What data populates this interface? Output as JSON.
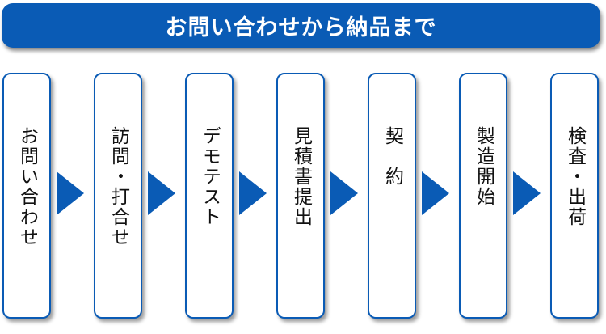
{
  "header": {
    "title": "お問い合わせから納品まで"
  },
  "steps": [
    {
      "label": "お問い合わせ"
    },
    {
      "label": "訪問・打合せ"
    },
    {
      "label": "デモテスト"
    },
    {
      "label": "見積書提出"
    },
    {
      "label": "契　約"
    },
    {
      "label": "製造開始"
    },
    {
      "label": "検査・出荷"
    }
  ],
  "colors": {
    "accent": "#0a5bb5",
    "box_bg": "#ffffff",
    "text": "#111111"
  },
  "icons": {
    "connector": "triangle-arrow-right-icon"
  }
}
